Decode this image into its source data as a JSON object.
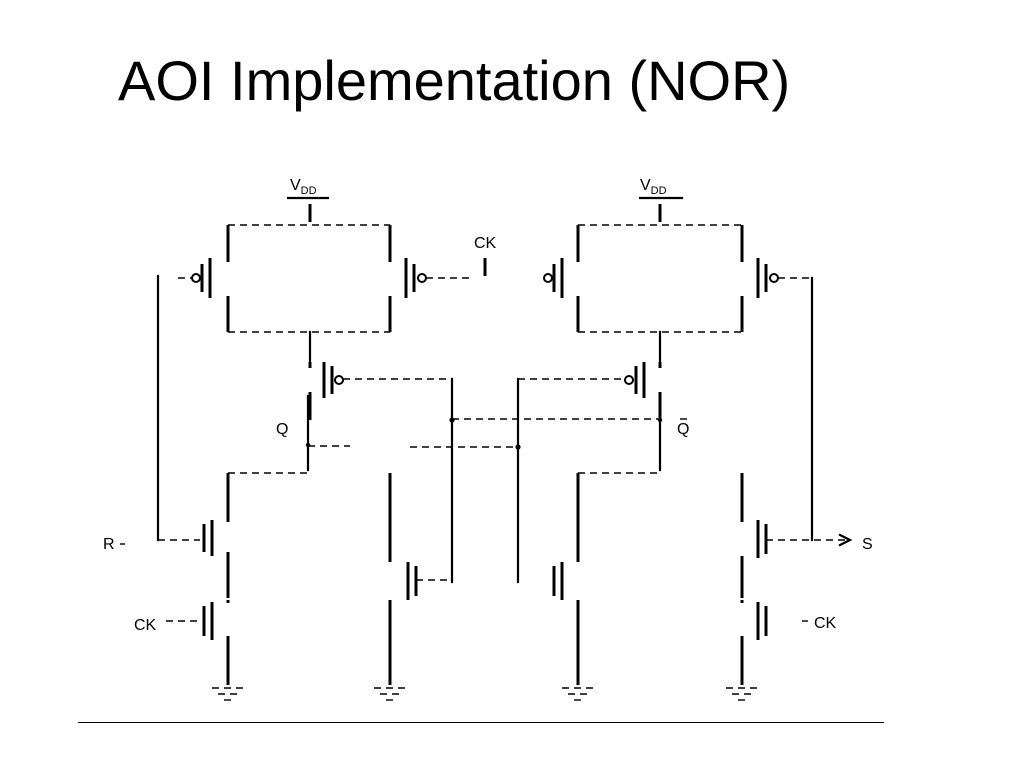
{
  "slide": {
    "title": "AOI Implementation (NOR)"
  },
  "labels": {
    "vdd_left": {
      "main": "V",
      "sub": "DD"
    },
    "vdd_right": {
      "main": "V",
      "sub": "DD"
    },
    "ck_top": "CK",
    "q_left": "Q",
    "q_right": "Q",
    "r_input": "R",
    "ck_left": "CK",
    "s_output": "S",
    "ck_right": "CK"
  }
}
